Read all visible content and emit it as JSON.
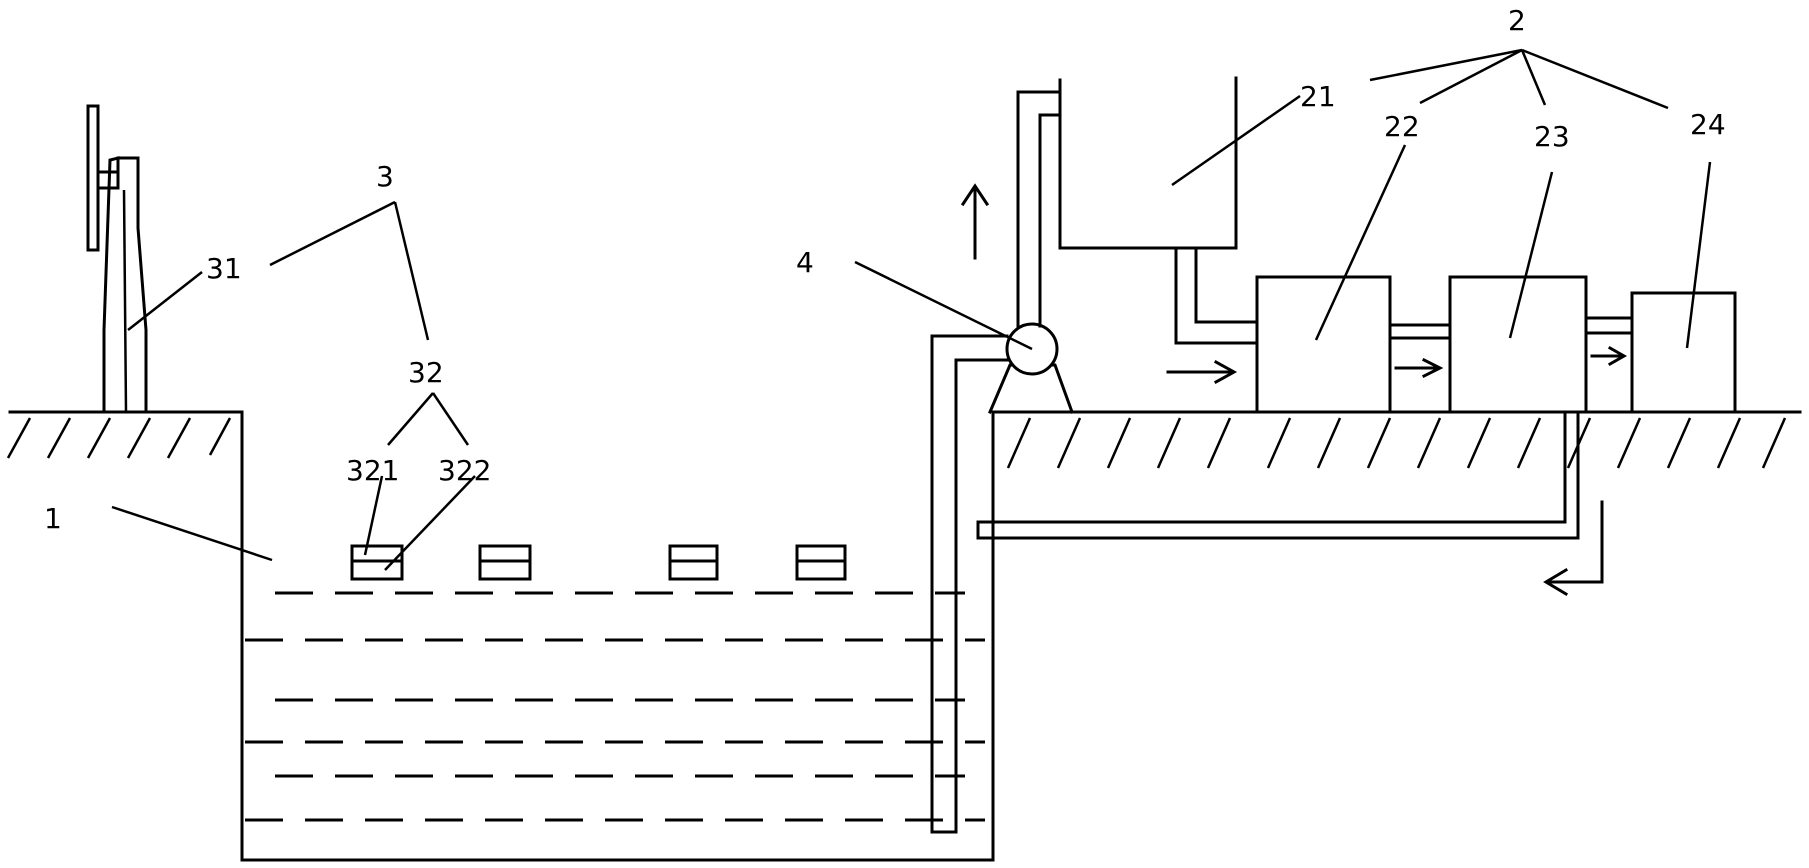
{
  "labels": {
    "l1": "1",
    "l2": "2",
    "l21": "21",
    "l22": "22",
    "l23": "23",
    "l24": "24",
    "l3": "3",
    "l31": "31",
    "l32": "32",
    "l321": "321",
    "l322": "322",
    "l4": "4"
  }
}
